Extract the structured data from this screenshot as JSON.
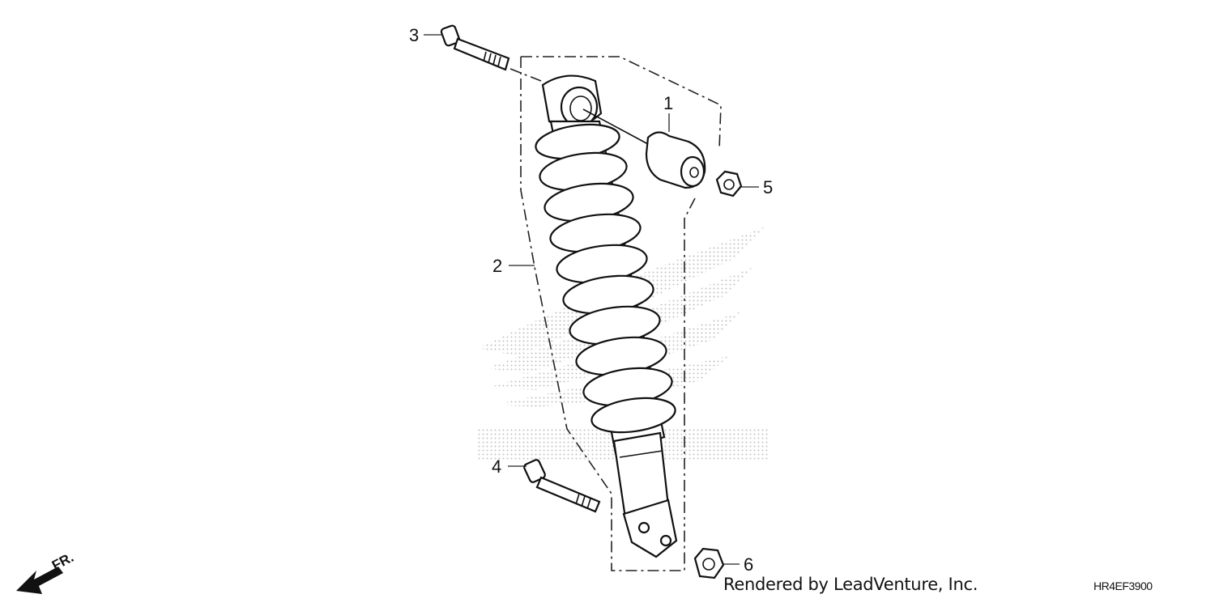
{
  "diagram": {
    "callouts": [
      "1",
      "2",
      "3",
      "4",
      "5",
      "6"
    ],
    "direction_label": "FR.",
    "credit": "Rendered by LeadVenture, Inc.",
    "drawing_code": "HR4EF3900"
  }
}
